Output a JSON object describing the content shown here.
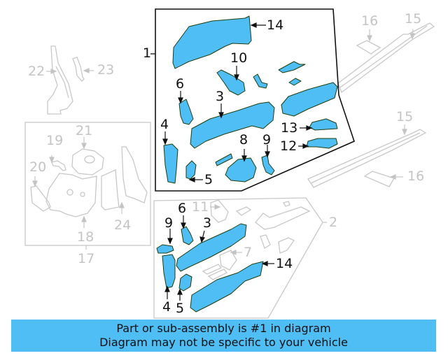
{
  "diagram": {
    "colors": {
      "highlight_fill": "#4fbef5",
      "highlight_stroke": "#1e3d10",
      "ghost_stroke": "#c8c8c8",
      "label_dark": "#111111",
      "label_grey": "#c4c4c4",
      "banner_bg": "#4fbef5"
    },
    "assembly_1": {
      "label": "1",
      "callouts": [
        {
          "id": "14",
          "label": "14"
        },
        {
          "id": "10",
          "label": "10"
        },
        {
          "id": "6",
          "label": "6"
        },
        {
          "id": "3",
          "label": "3"
        },
        {
          "id": "4",
          "label": "4"
        },
        {
          "id": "13",
          "label": "13"
        },
        {
          "id": "8",
          "label": "8"
        },
        {
          "id": "9",
          "label": "9"
        },
        {
          "id": "12",
          "label": "12"
        },
        {
          "id": "5",
          "label": "5"
        }
      ]
    },
    "assembly_2": {
      "label": "2",
      "callouts": [
        {
          "id": "11",
          "label": "11"
        },
        {
          "id": "6",
          "label": "6"
        },
        {
          "id": "9",
          "label": "9"
        },
        {
          "id": "3",
          "label": "3"
        },
        {
          "id": "7",
          "label": "7"
        },
        {
          "id": "14",
          "label": "14"
        },
        {
          "id": "4",
          "label": "4"
        },
        {
          "id": "5",
          "label": "5"
        }
      ]
    },
    "assembly_17": {
      "label": "17",
      "callouts": [
        {
          "id": "19",
          "label": "19"
        },
        {
          "id": "21",
          "label": "21"
        },
        {
          "id": "20",
          "label": "20"
        },
        {
          "id": "24",
          "label": "24"
        },
        {
          "id": "18",
          "label": "18"
        }
      ]
    },
    "standalone": [
      {
        "id": "22",
        "label": "22"
      },
      {
        "id": "23",
        "label": "23"
      },
      {
        "id": "16a",
        "label": "16"
      },
      {
        "id": "15a",
        "label": "15"
      },
      {
        "id": "15b",
        "label": "15"
      },
      {
        "id": "16b",
        "label": "16"
      }
    ]
  },
  "banner": {
    "line1": "Part or sub-assembly is #1 in diagram",
    "line2": "Diagram may not be specific to your vehicle"
  }
}
